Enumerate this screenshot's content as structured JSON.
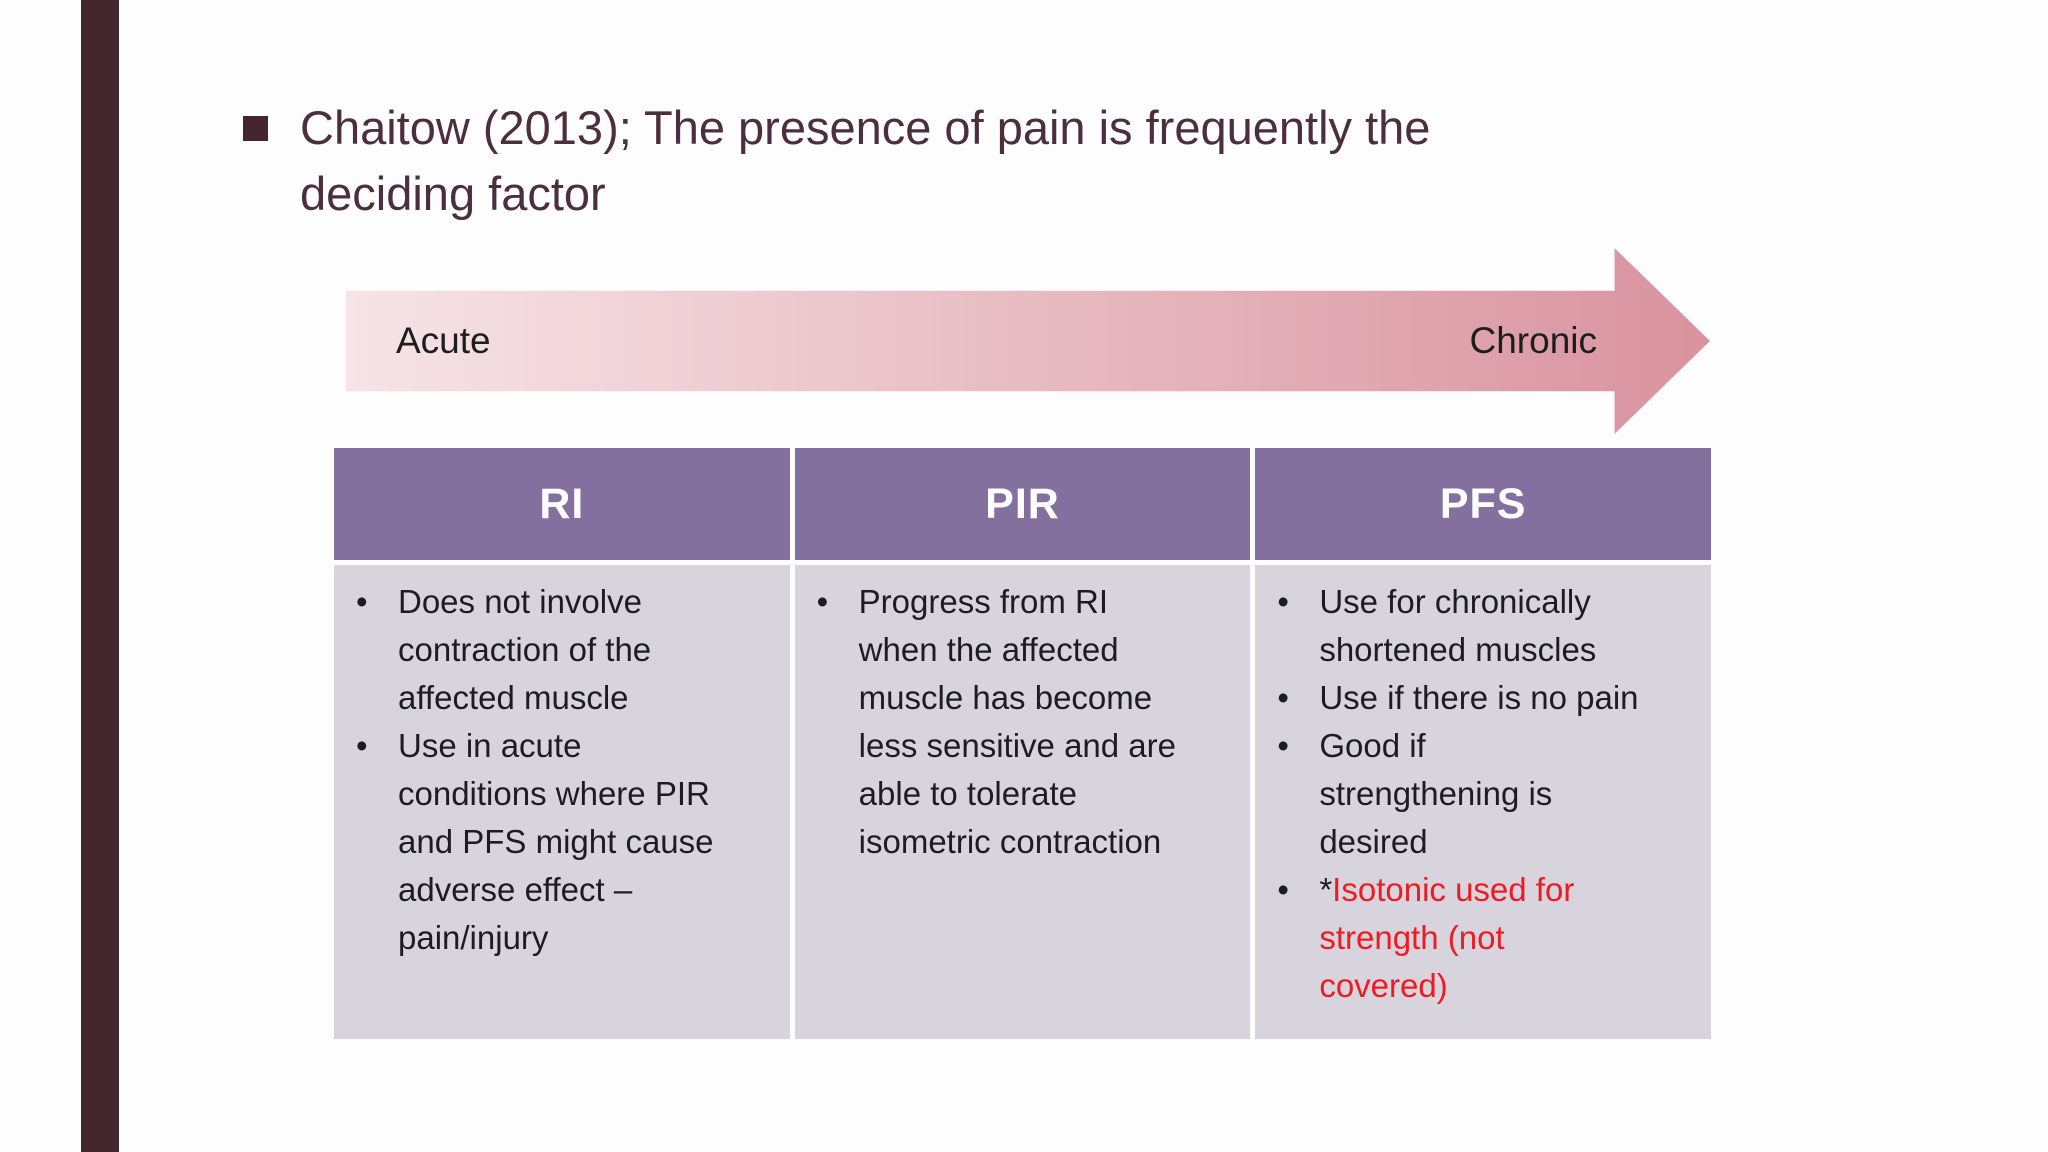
{
  "slide": {
    "title": "Chaitow (2013); The presence of pain is frequently the\ndeciding factor"
  },
  "arrow": {
    "left_label": "Acute",
    "right_label": "Chronic"
  },
  "table": {
    "bullet_glyph": "•",
    "headers": [
      "RI",
      "PIR",
      "PFS"
    ],
    "columns": [
      {
        "items": [
          "Does not involve\ncontraction of the\naffected muscle",
          "Use in acute\nconditions where PIR\nand PFS might cause\nadverse effect –\npain/injury"
        ]
      },
      {
        "items": [
          "Progress from RI\nwhen the affected\nmuscle has become\nless sensitive and are\nable to tolerate\nisometric contraction"
        ]
      },
      {
        "items": [
          "Use for chronically\nshortened muscles",
          "Use if there is no pain",
          "Good if\nstrengthening is\ndesired"
        ],
        "highlight_item": {
          "prefix": "*",
          "text": "Isotonic used for\nstrength (not\ncovered)"
        }
      }
    ]
  },
  "colors": {
    "accent_bar": "#44262f",
    "title_text": "#4c2f3e",
    "header_bg": "#84709e",
    "header_text": "#ffffff",
    "body_bg": "#d8d4de",
    "body_text": "#1c1c22",
    "highlight_text": "#ee1b23",
    "arrow_start": "#f6e4e7",
    "arrow_end": "#d9939f",
    "arrow_label": "#1d1d1d"
  }
}
